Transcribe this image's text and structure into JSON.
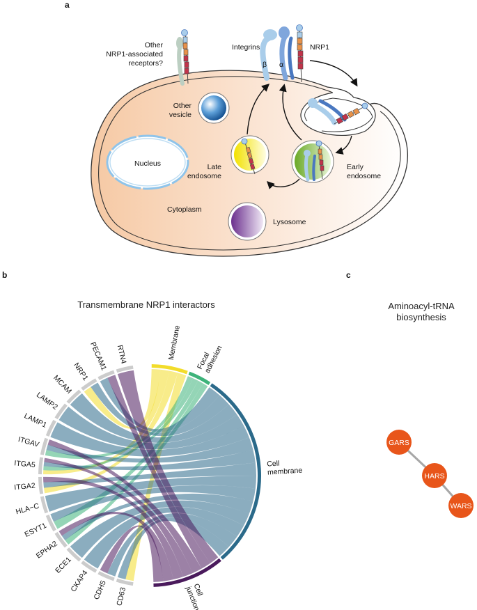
{
  "panel_a": {
    "letter": "a",
    "labels": {
      "other_receptors": [
        "Other",
        "NRP1-associated",
        "receptors?"
      ],
      "integrins": "Integrins",
      "beta": "β",
      "alpha": "α",
      "nrp1": "NRP1",
      "other_vesicle": [
        "Other",
        "vesicle"
      ],
      "nucleus": "Nucleus",
      "late_endosome": [
        "Late",
        "endosome"
      ],
      "early_endosome": [
        "Early",
        "endosome"
      ],
      "cytoplasm": "Cytoplasm",
      "lysosome": "Lysosome"
    },
    "colors": {
      "cytoplasm_gradient_start": "#f6c9a4",
      "nucleus": "#8fc4ea",
      "other_vesicle": "#1f6fb2",
      "late_endosome": "#f3e619",
      "early_endosome": "#7fb73a",
      "lysosome": "#7a3f9c",
      "integrin_light": "#a9cdea",
      "integrin_dark": "#4a78c0",
      "nrp1_red": "#c2334a",
      "nrp1_orange": "#e8924a"
    }
  },
  "panel_b": {
    "letter": "b",
    "title": "Transmembrane NRP1 interactors",
    "proteins": [
      "CD63",
      "CDH5",
      "CKAP4",
      "ECE1",
      "EPHA2",
      "ESYT1",
      "HLA−C",
      "ITGA2",
      "ITGA5",
      "ITGAV",
      "LAMP1",
      "LAMP2",
      "MCAM",
      "NRP1",
      "PECAM1",
      "RTN4"
    ],
    "categories": [
      {
        "name": "Membrane",
        "label": [
          "Membrane"
        ],
        "color": "#f2dc2a"
      },
      {
        "name": "Focal adhesion",
        "label": [
          "Focal",
          "adhesion"
        ],
        "color": "#3db37a"
      },
      {
        "name": "Cell membrane",
        "label": [
          "Cell",
          "membrane"
        ],
        "color": "#2b6a8a"
      },
      {
        "name": "Cell junction",
        "label": [
          "Cell",
          "junction"
        ],
        "color": "#4a1a5c"
      }
    ],
    "links": [
      [
        "CD63",
        "Membrane"
      ],
      [
        "CD63",
        "Cell membrane"
      ],
      [
        "CDH5",
        "Cell membrane"
      ],
      [
        "CDH5",
        "Cell junction"
      ],
      [
        "CKAP4",
        "Cell membrane"
      ],
      [
        "ECE1",
        "Cell membrane"
      ],
      [
        "EPHA2",
        "Focal adhesion"
      ],
      [
        "EPHA2",
        "Cell membrane"
      ],
      [
        "EPHA2",
        "Cell junction"
      ],
      [
        "ESYT1",
        "Focal adhesion"
      ],
      [
        "ESYT1",
        "Cell membrane"
      ],
      [
        "HLA−C",
        "Cell membrane"
      ],
      [
        "ITGA2",
        "Membrane"
      ],
      [
        "ITGA2",
        "Cell membrane"
      ],
      [
        "ITGA2",
        "Cell junction"
      ],
      [
        "ITGA5",
        "Membrane"
      ],
      [
        "ITGA5",
        "Focal adhesion"
      ],
      [
        "ITGA5",
        "Cell membrane"
      ],
      [
        "ITGA5",
        "Cell junction"
      ],
      [
        "ITGAV",
        "Focal adhesion"
      ],
      [
        "ITGAV",
        "Cell membrane"
      ],
      [
        "ITGAV",
        "Cell junction"
      ],
      [
        "LAMP1",
        "Cell membrane"
      ],
      [
        "LAMP2",
        "Cell membrane"
      ],
      [
        "MCAM",
        "Cell membrane"
      ],
      [
        "NRP1",
        "Membrane"
      ],
      [
        "NRP1",
        "Cell membrane"
      ],
      [
        "PECAM1",
        "Cell membrane"
      ],
      [
        "PECAM1",
        "Cell junction"
      ],
      [
        "RTN4",
        "Cell junction"
      ]
    ]
  },
  "panel_c": {
    "letter": "c",
    "title_lines": [
      "Aminoacyl-tRNA",
      "biosynthesis"
    ],
    "nodes": [
      "GARS",
      "HARS",
      "WARS"
    ],
    "edges": [
      [
        "GARS",
        "HARS"
      ],
      [
        "HARS",
        "WARS"
      ]
    ],
    "node_color": "#e8551a",
    "edge_color": "#a7a7a7"
  }
}
